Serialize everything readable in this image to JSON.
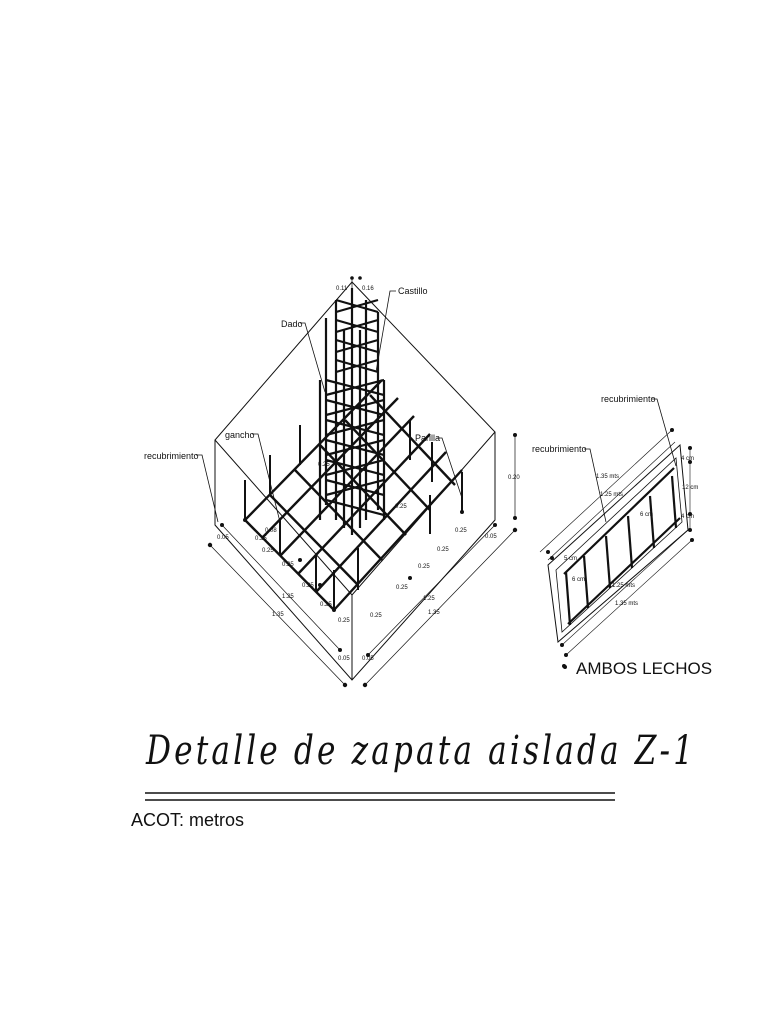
{
  "labels": {
    "castillo": "Castillo",
    "dado": "Dado",
    "recubrimiento_left": "recubrimiento",
    "gancho": "gancho",
    "parilla": "Parilla",
    "recubrimiento_top": "recubrimiento",
    "recubrimiento_mid": "recubrimiento",
    "ambos_lechos": "AMBOS LECHOS"
  },
  "dimensions": {
    "top_a": "0.11",
    "top_b": "0.16",
    "height": "0.20",
    "d005": "0.05",
    "d025": "0.25",
    "d125": "1.25",
    "d135": "1.35",
    "d008": "0.08",
    "plan_135": "1.35 mts",
    "plan_125": "1.25 mts",
    "plan_12cm": "12 cm",
    "plan_6cm": "6 cm",
    "plan_5cm": "5 cm",
    "plan_4cm": "4 cm"
  },
  "title": "Detalle de zapata aislada Z-1",
  "units_note": "ACOT: metros"
}
